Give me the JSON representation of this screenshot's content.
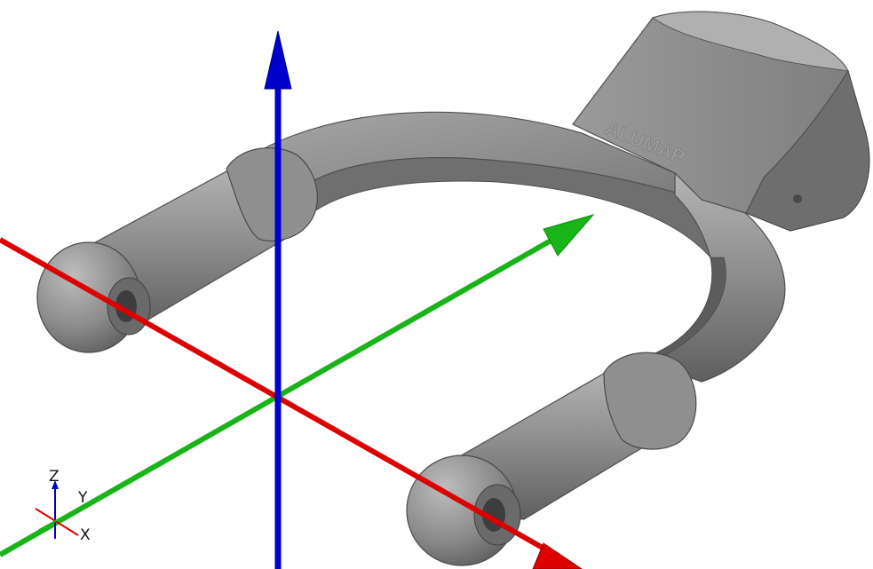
{
  "viewport": {
    "background": "#ffffff"
  },
  "part": {
    "embossed_text": "ALUMAP",
    "fill": "#8a8a8a",
    "edge": "#4f4f4f"
  },
  "axes": {
    "x_color": "#dd0000",
    "y_color": "#18b418",
    "z_color": "#0000cc"
  },
  "triad": {
    "x_label": "X",
    "y_label": "Y",
    "z_label": "Z"
  }
}
